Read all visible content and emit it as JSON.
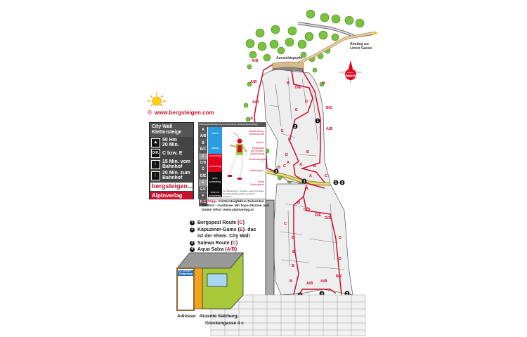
{
  "header": {
    "website": "www.bergsteigen.com",
    "copyright_symbol": "©",
    "sun_icon": "sun-icon"
  },
  "info_box": {
    "title_line1": "City Wall",
    "title_line2": "Klettersteige",
    "height_gain": "50 Hm",
    "ascent_time": "20 Min.",
    "difficulty_icon_label": "Diff.",
    "difficulty": "C bzw. E",
    "approach_line1": "15 Min. vom",
    "approach_line2": "Bahnhof",
    "return_line1": "20 Min. zum",
    "return_line2": "Bahnhof",
    "logo1": "bergsteigen",
    "logo1_suffix": ".com",
    "logo2": "Alpinverlag"
  },
  "grade_scale": {
    "header_left": "Schwierigkeitsbewertung",
    "header_right": "Die klassische Klettersteigausrüstung",
    "grades": [
      "A",
      "A/B",
      "B",
      "B/C",
      "C",
      "C/D",
      "D",
      "D/E",
      "E",
      "E/F",
      "F",
      "F/G"
    ],
    "bands": [
      {
        "label": "leicht",
        "color": "#2a9de0"
      },
      {
        "label": "mäßig",
        "color": "#2a9de0"
      },
      {
        "label": "schwierig",
        "color": "#e3001b"
      },
      {
        "label": "schwierig",
        "color": "#e3001b"
      },
      {
        "label": "sehr schwierig",
        "color": "#111111"
      },
      {
        "label": "extrem schwierig",
        "color": "#111111"
      }
    ],
    "equipment_labels": [
      "Klettersteig-handschuhe",
      "Helm !",
      "Rucksack mit Notfall-ausrüstung",
      "Klettersteigset !",
      "Klettergurt !",
      "feste Schuhwerk"
    ],
    "footnote": "Von Bewertung z. Gesehen, weg vom Eisen der Klettersteig entsteht, gesichert verlassen!"
  },
  "guidebook": {
    "label": "Buchtipp:",
    "text": "Klettersteigführer Dolomiten - Südtirol - Gardasee. Mit Topo-Skizzen und Daten! Infos: www.alpinverlag.at"
  },
  "routes": [
    {
      "num": "1",
      "name": "Bergspezl Route",
      "grade": "C",
      "extra": ""
    },
    {
      "num": "2",
      "name": "Kapuziner-Gams",
      "grade": "E",
      "extra": " - das"
    },
    {
      "num": "",
      "name": "ist der ehem. City Wall",
      "grade": "",
      "extra": ""
    },
    {
      "num": "3",
      "name": "Salewa Route",
      "grade": "C",
      "extra": ""
    },
    {
      "num": "4",
      "name": "Aqua Salza",
      "grade": "A/B",
      "extra": ""
    }
  ],
  "address": {
    "label": "Adresse:",
    "line1": "Akzente Salzburg,",
    "line2": "Glockengasse 4 c"
  },
  "map_labels": {
    "viewpoint": "Aussichtspunkt",
    "descent_line1": "Abstieg zur",
    "descent_line2": "Linzer Gasse",
    "garage_small": "Zu- und Abgang",
    "garage": "Tiefgarage",
    "compass_top": "Expos.",
    "compass": "Nord"
  },
  "map_grades": {
    "left_route": [
      "A/B",
      "A/B",
      "A/B",
      "A",
      "B",
      "B",
      "A/B",
      "B"
    ],
    "upper_wall": [
      "B",
      "D/E",
      "D",
      "E",
      "D",
      "C",
      "B",
      "B",
      "B/C",
      "A/B",
      "B",
      "B",
      "C",
      "A",
      "A",
      "A"
    ],
    "lower_wall": [
      "A",
      "B",
      "C/D",
      "D/E",
      "D/E",
      "C",
      "B",
      "B",
      "B",
      "D",
      "D",
      "B/C",
      "A/B",
      "A/B",
      "B"
    ],
    "route_markers": [
      "1",
      "2",
      "3",
      "3",
      "1",
      "2",
      "1",
      "4",
      "2"
    ]
  },
  "colors": {
    "route_red": "#c8102e",
    "path_tan": "#d7b98a",
    "tree_green": "#7cc241",
    "rock_gray": "#e6e6e6",
    "garage_green": "#a8c83a",
    "garage_orange": "#f4a321",
    "compass_red": "#e3001b"
  }
}
